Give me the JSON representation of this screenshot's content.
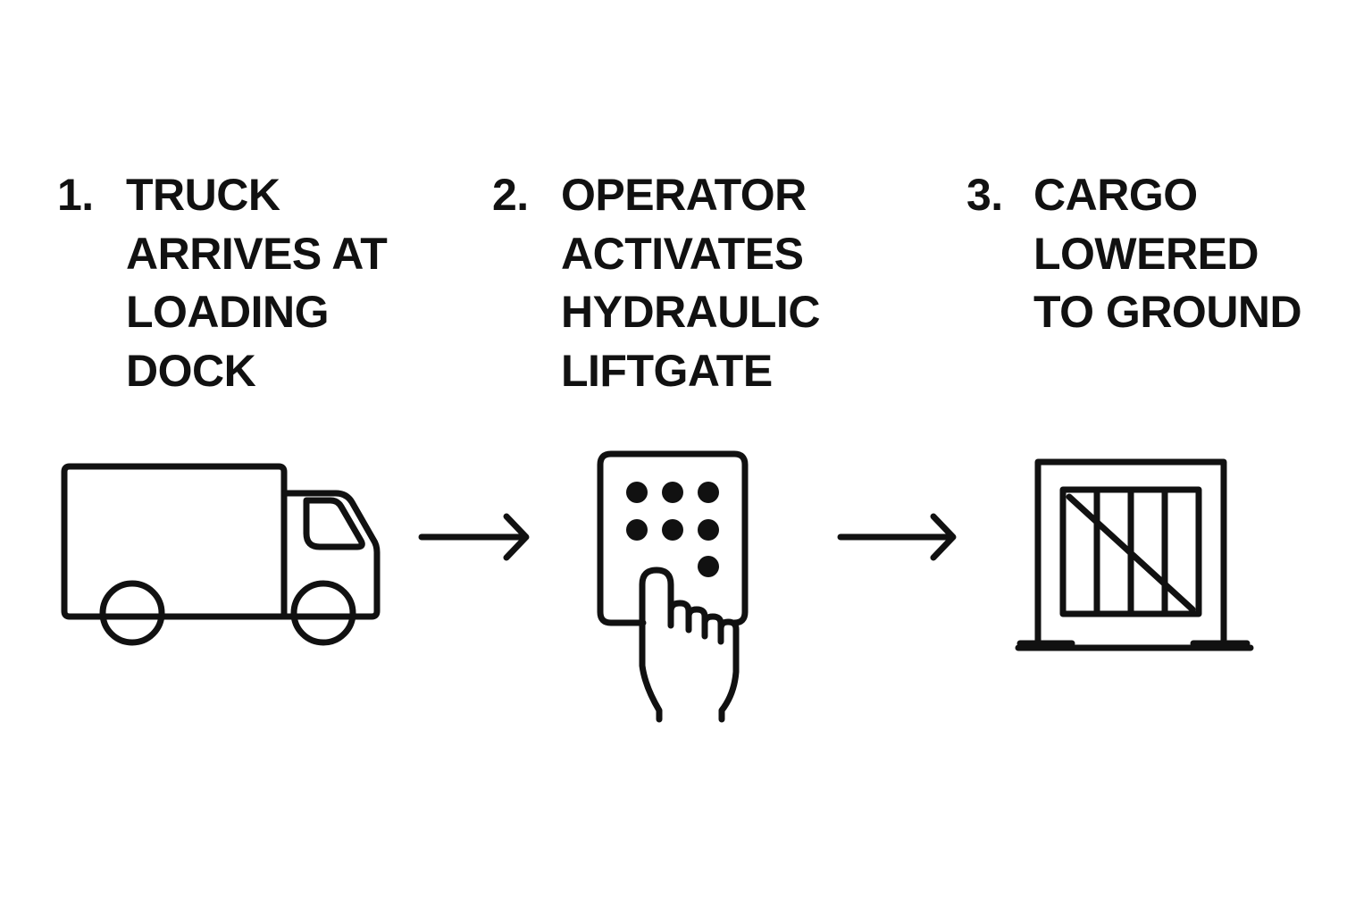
{
  "steps": [
    {
      "number": "1.",
      "lines": [
        "TRUCK",
        "ARRIVES AT",
        "LOADING",
        "DOCK"
      ],
      "icon": "truck-icon"
    },
    {
      "number": "2.",
      "lines": [
        "OPERATOR",
        "ACTIVATES",
        "HYDRAULIC",
        "LIFTGATE"
      ],
      "icon": "keypad-press-icon"
    },
    {
      "number": "3.",
      "lines": [
        "CARGO",
        "LOWERED",
        "TO GROUND"
      ],
      "icon": "crate-on-ground-icon"
    }
  ],
  "connectors": [
    "arrow-right-icon",
    "arrow-right-icon"
  ],
  "colors": {
    "ink": "#111111",
    "background": "#ffffff"
  }
}
